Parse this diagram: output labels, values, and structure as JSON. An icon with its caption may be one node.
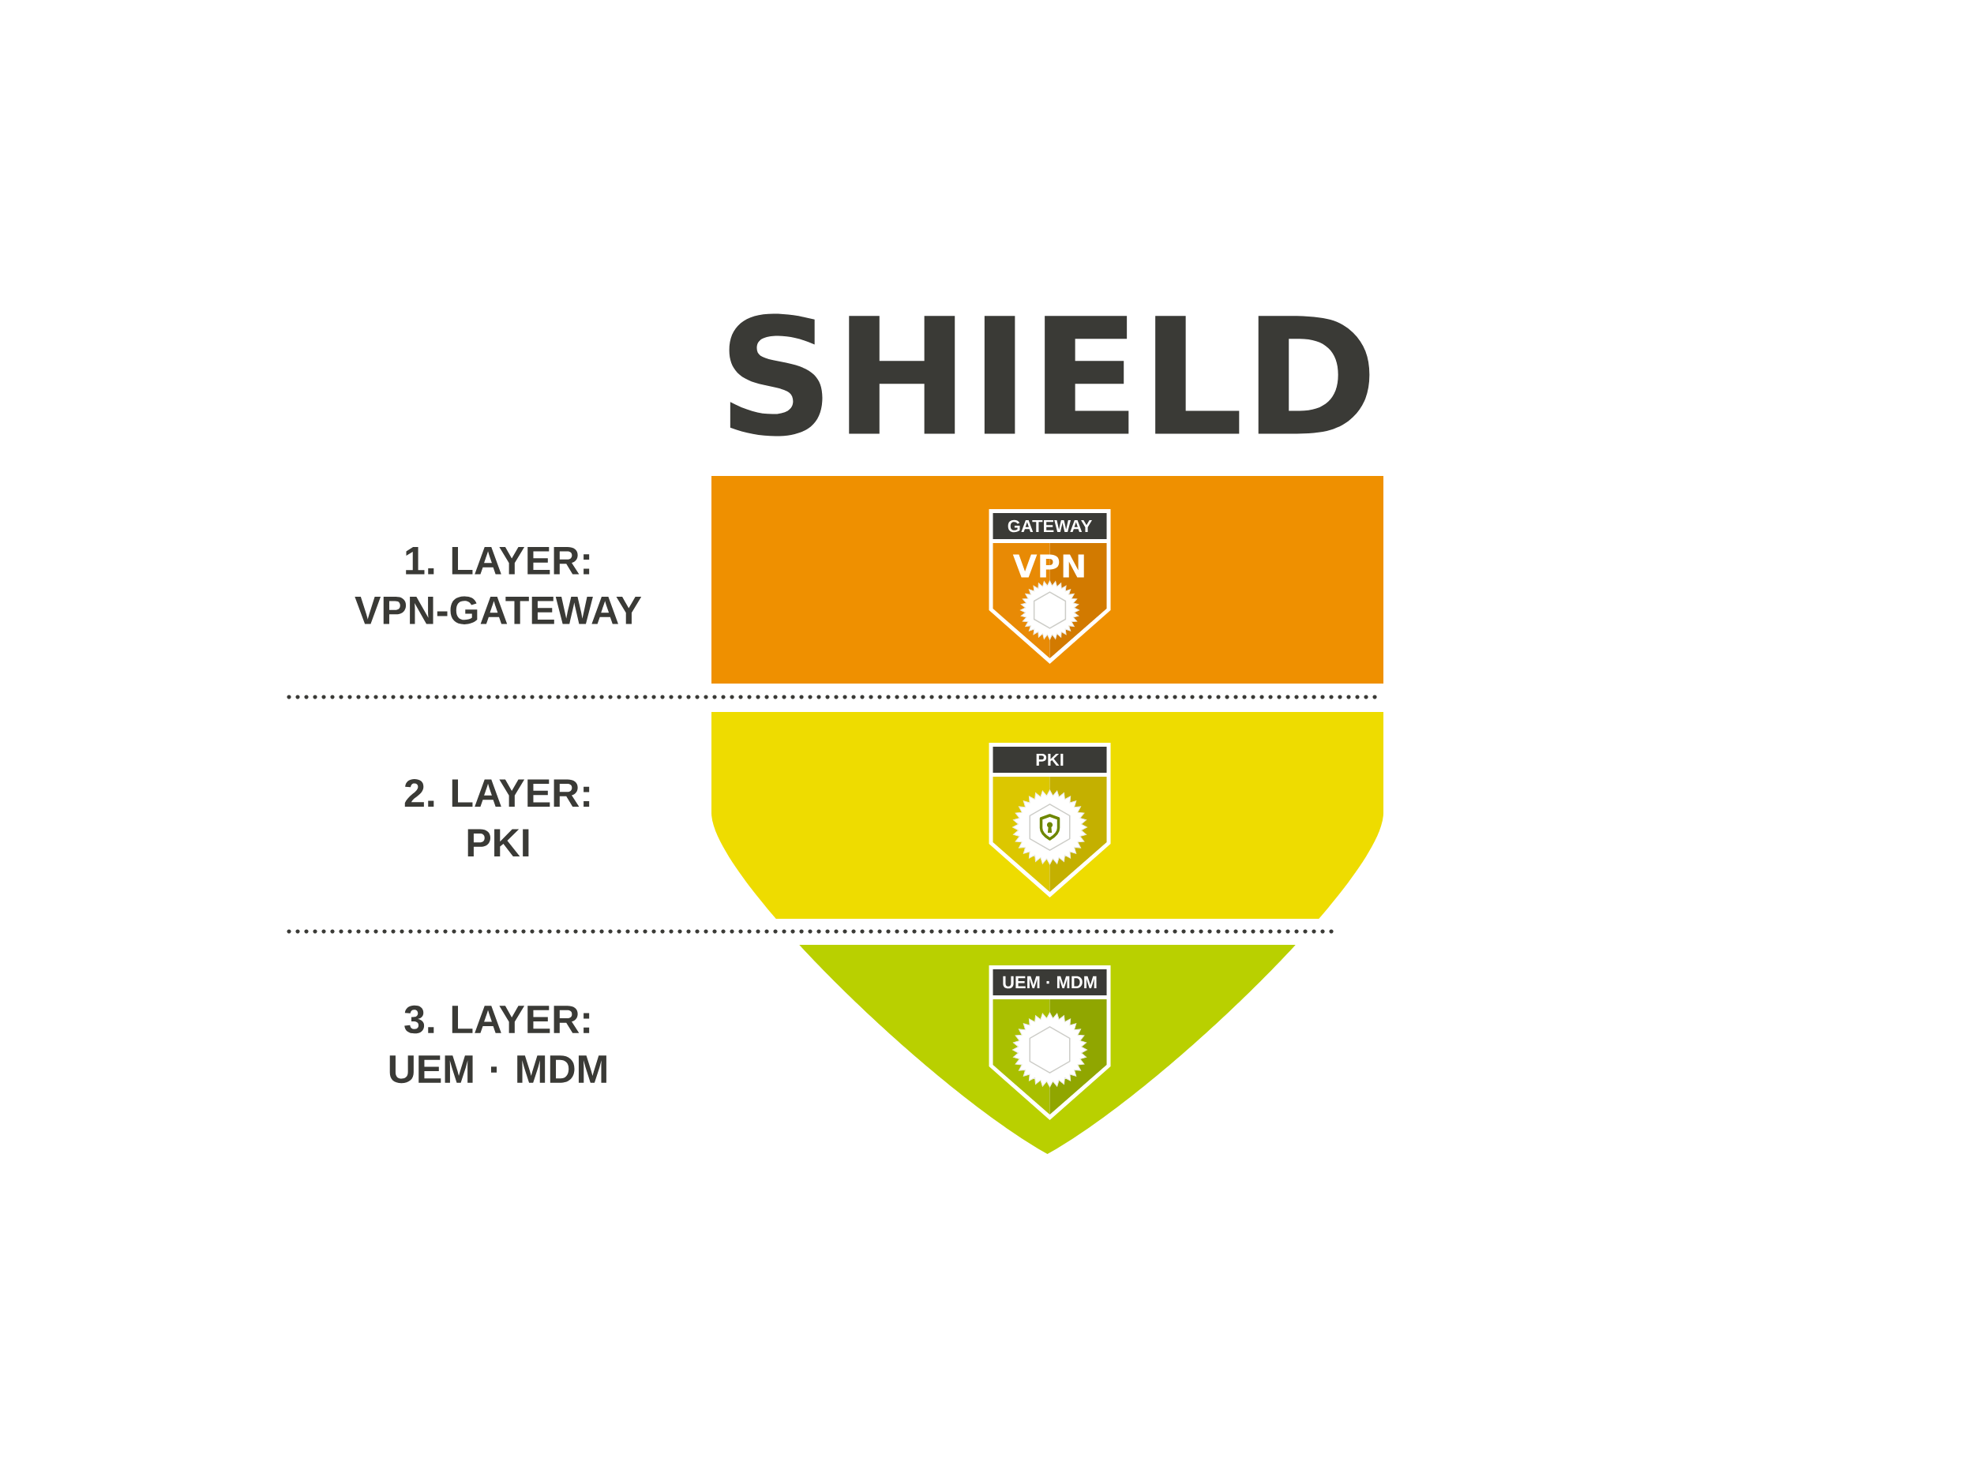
{
  "diagram": {
    "title": "SHIELD",
    "nodes": [
      {
        "text": [],
        "shape": "band"
      },
      {
        "text": [
          "GATEWAY",
          "VPN"
        ],
        "in": 0
      },
      {
        "text": [],
        "shape": "band"
      },
      {
        "text": [
          "PKI"
        ],
        "in": 2
      },
      {
        "text": [],
        "shape": "band"
      },
      {
        "text": [
          "UEM · MDM"
        ],
        "in": 4
      }
    ],
    "labels": [
      "1. LAYER: VPN-GATEWAY",
      "2. LAYER: PKI",
      "3. LAYER: UEM · MDM"
    ]
  }
}
